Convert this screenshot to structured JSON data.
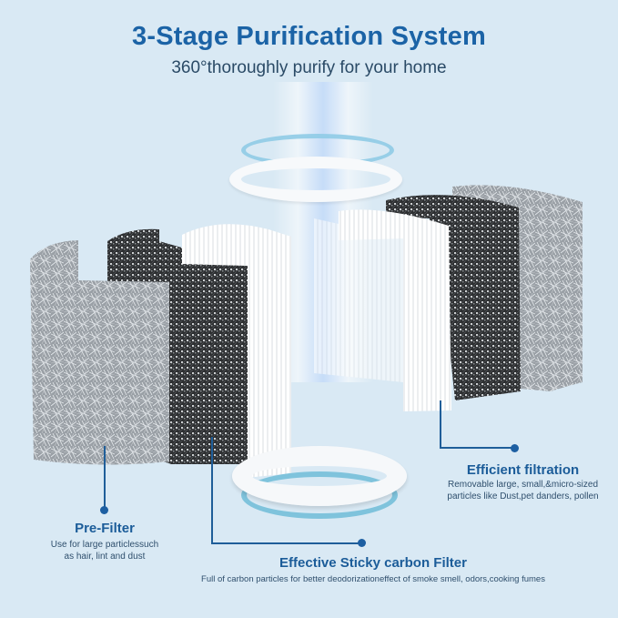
{
  "header": {
    "title": "3-Stage Purification System",
    "subtitle": "360°thoroughly purify for your home"
  },
  "colors": {
    "background": "#d9e9f4",
    "title": "#1b63a6",
    "accent_line": "#1f5e99",
    "ring_blue": "#7fc3dc"
  },
  "callouts": {
    "pre_filter": {
      "title": "Pre-Filter",
      "desc_line1": "Use for large particlessuch",
      "desc_line2": "as hair, lint and dust"
    },
    "carbon_filter": {
      "title": "Effective Sticky carbon Filter",
      "desc": "Full of carbon particles for better deodorizationeffect of smoke smell, odors,cooking fumes"
    },
    "hepa_filter": {
      "title": "Efficient filtration",
      "desc_line1": "Removable large, small,&micro-sized",
      "desc_line2": "particles like Dust,pet danders, pollen"
    }
  },
  "components": [
    {
      "name": "top-seal-ring",
      "icon": "ring-icon"
    },
    {
      "name": "pre-filter-mesh-left",
      "icon": "fiber-mesh-icon"
    },
    {
      "name": "carbon-filter-left",
      "icon": "carbon-mesh-icon"
    },
    {
      "name": "hepa-pleated-filter",
      "icon": "pleated-filter-icon"
    },
    {
      "name": "carbon-filter-right",
      "icon": "carbon-mesh-icon"
    },
    {
      "name": "pre-filter-mesh-right",
      "icon": "fiber-mesh-icon"
    },
    {
      "name": "bottom-seal-ring",
      "icon": "ring-icon"
    }
  ]
}
